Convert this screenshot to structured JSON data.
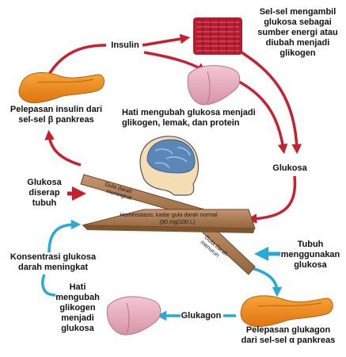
{
  "labels": {
    "insulin": "Insulin",
    "muscle_uptake": "Sel-sel mengambil\nglukosa sebagai\nsumber energi atau\ndiubah menjadi\nglikogen",
    "insulin_release": "Pelepasan insulin dari\nsel-sel β pankreas",
    "liver_converts": "Hati mengubah glukosa menjadi\nglikogen, lemak, dan protein",
    "glucose": "Glukosa",
    "glucose_absorbed": "Glukosa\ndiserap\ntubuh",
    "body_uses": "Tubuh\nmenggunakan\nglukosa",
    "concentration_up": "Konsentrasi glukosa\ndarah meningkat",
    "liver_glycogen": "Hati\nmengubah\nglikogen\nmenjadi\nglukosa",
    "glucagon": "Glukagon",
    "glucagon_release": "Pelepasan glukagon\ndari sel-sel α pankreas"
  },
  "seesaw": {
    "upper_plank": "Gula darah\nmeningkat",
    "center_1": "Homeostasis: kadar gula darah normal",
    "center_2": "(90 mg/100 L)",
    "lower_plank": "Gula darah\nmenurun"
  },
  "colors": {
    "red_arrow": "#c8202e",
    "cyan_arrow": "#29a9d6",
    "pancreas": "#f08a1c",
    "liver": "#e8b4c0",
    "muscle": "#d2283c",
    "brain": "#5b87b8",
    "wood": "#a8784e"
  }
}
